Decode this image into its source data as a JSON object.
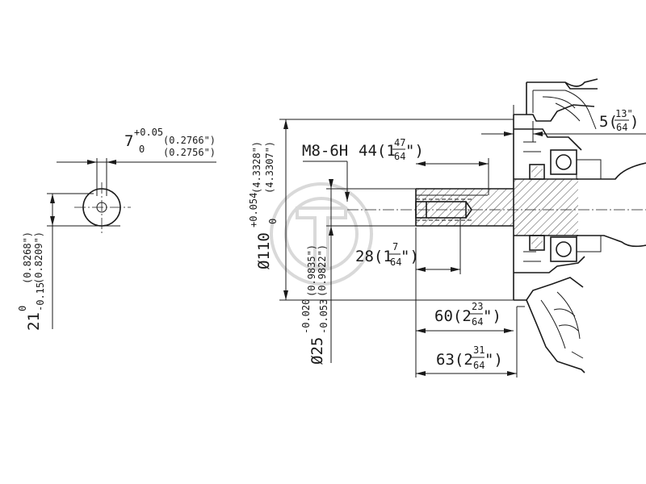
{
  "keyway": {
    "width_value": "7",
    "width_tol_upper": "+0.05",
    "width_tol_lower": "0",
    "width_in_upper": "(0.2766\")",
    "width_in_lower": "(0.2756\")",
    "depth_value": "21",
    "depth_tol_upper": "0",
    "depth_tol_lower": "-0.15",
    "depth_in_upper": "(0.8268\")",
    "depth_in_lower": "(0.8209\")"
  },
  "thread": {
    "label": "M8-6H"
  },
  "dims": {
    "d44_main": "44(1",
    "d44_num": "47",
    "d44_den": "64",
    "d44_close": "\")",
    "d5_main": "5(",
    "d5_num": "13\"",
    "d5_den": "64",
    "d5_close": ")",
    "d28_main": "28(1",
    "d28_num": "7",
    "d28_den": "64",
    "d28_close": "\")",
    "d60_main": "60(2",
    "d60_num": "23",
    "d60_den": "64",
    "d60_close": "\")",
    "d63_main": "63(2",
    "d63_num": "31",
    "d63_den": "64",
    "d63_close": "\")"
  },
  "flange": {
    "dia": "Ø110",
    "tol_upper": "+0.054",
    "tol_lower": "0",
    "in_upper": "(4.3328\")",
    "in_lower": "(4.3307\")"
  },
  "shaft": {
    "dia": "Ø25",
    "tol_upper": "-0.020",
    "tol_lower": "-0.053",
    "in_upper": "(0.9835\")",
    "in_lower": "(0.9822\")"
  },
  "colors": {
    "line": "#1a1a1a",
    "background": "#ffffff",
    "watermark": "#d9d9d9"
  }
}
